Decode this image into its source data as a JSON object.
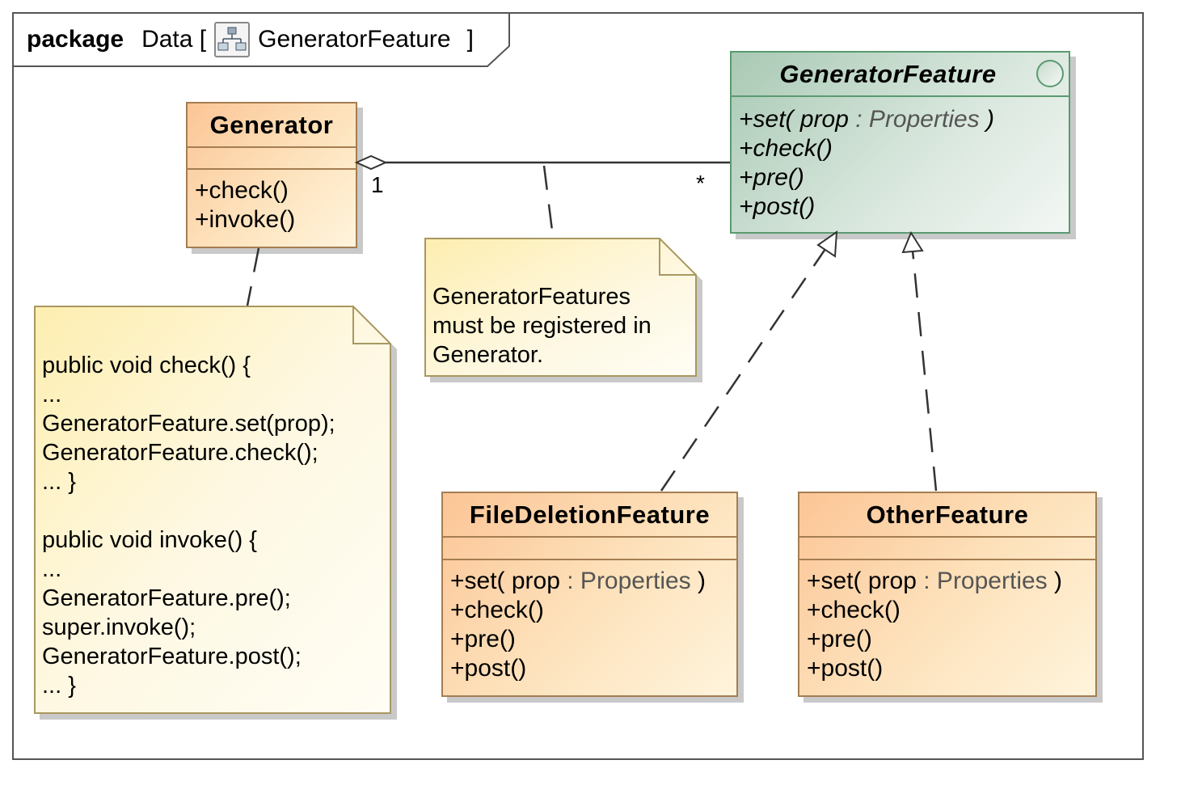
{
  "frame": {
    "keyword": "package",
    "name": "Data [",
    "icon": "package-diagram-icon",
    "diagram": "GeneratorFeature",
    "close": "]"
  },
  "classes": {
    "generator": {
      "name": "Generator",
      "ops": [
        "+check()",
        "+invoke()"
      ]
    },
    "generator_feature": {
      "name": "GeneratorFeature",
      "stereotype_icon": "interface-circle-icon",
      "ops": [
        {
          "prefix": "+",
          "text": "set( prop ",
          "type": " : Properties",
          "suffix": " )"
        },
        {
          "prefix": "+",
          "text": "check()",
          "type": "",
          "suffix": ""
        },
        {
          "prefix": "+",
          "text": "pre()",
          "type": "",
          "suffix": ""
        },
        {
          "prefix": "+",
          "text": "post()",
          "type": "",
          "suffix": ""
        }
      ]
    },
    "file_deletion_feature": {
      "name": "FileDeletionFeature",
      "ops": [
        {
          "prefix": "+",
          "text": "set( prop ",
          "type": ": Properties",
          "suffix": " )"
        },
        {
          "prefix": "+",
          "text": "check()",
          "type": "",
          "suffix": ""
        },
        {
          "prefix": "+",
          "text": "pre()",
          "type": "",
          "suffix": ""
        },
        {
          "prefix": "+",
          "text": "post()",
          "type": "",
          "suffix": ""
        }
      ]
    },
    "other_feature": {
      "name": "OtherFeature",
      "ops": [
        {
          "prefix": "+",
          "text": "set( prop ",
          "type": ": Properties",
          "suffix": " )"
        },
        {
          "prefix": "+",
          "text": "check()",
          "type": "",
          "suffix": ""
        },
        {
          "prefix": "+",
          "text": "pre()",
          "type": "",
          "suffix": ""
        },
        {
          "prefix": "+",
          "text": "post()",
          "type": "",
          "suffix": ""
        }
      ]
    }
  },
  "association": {
    "generator_end": "1",
    "feature_end": "*"
  },
  "notes": {
    "registration": [
      "GeneratorFeatures",
      "must be registered in",
      "Generator."
    ],
    "code": [
      "public void check() {",
      "...",
      "GeneratorFeature.set(prop);",
      "GeneratorFeature.check();",
      "... }",
      "",
      "public void invoke() {",
      "...",
      "GeneratorFeature.pre();",
      "super.invoke();",
      "GeneratorFeature.post();",
      "... }"
    ]
  },
  "colors": {
    "class_border": "#a57d52",
    "interface_border": "#5a9a70",
    "note_border": "#a89860",
    "line": "#333333"
  }
}
